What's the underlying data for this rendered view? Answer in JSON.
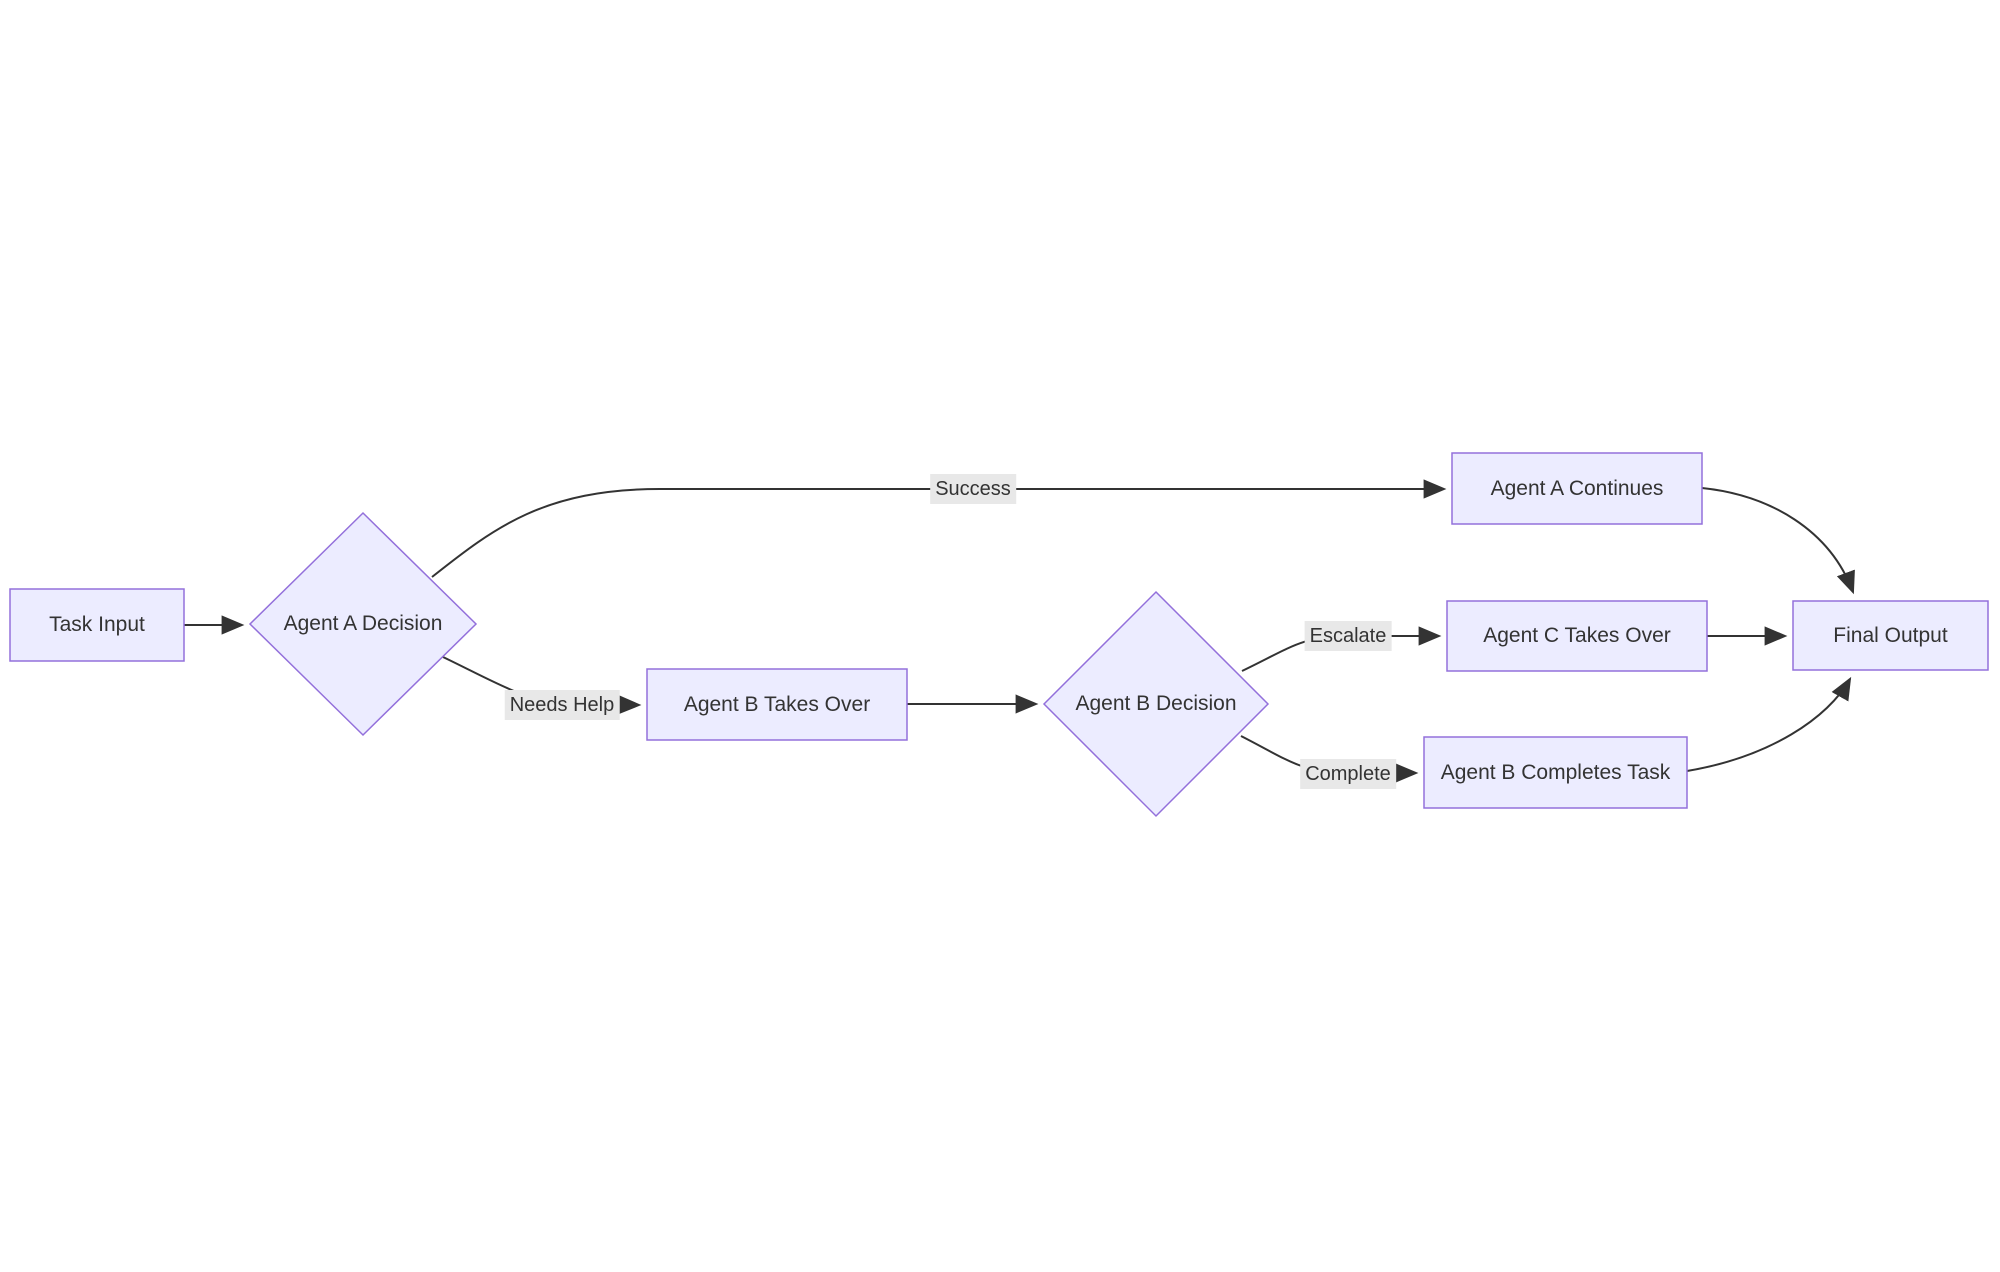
{
  "diagram": {
    "type": "flowchart",
    "direction": "left-to-right",
    "nodes": {
      "task_input": {
        "label": "Task Input",
        "shape": "rectangle"
      },
      "agent_a_decision": {
        "label": "Agent A Decision",
        "shape": "diamond"
      },
      "agent_a_continues": {
        "label": "Agent A Continues",
        "shape": "rectangle"
      },
      "agent_b_takes_over": {
        "label": "Agent B Takes Over",
        "shape": "rectangle"
      },
      "agent_b_decision": {
        "label": "Agent B Decision",
        "shape": "diamond"
      },
      "agent_c_takes_over": {
        "label": "Agent C Takes Over",
        "shape": "rectangle"
      },
      "agent_b_completes_task": {
        "label": "Agent B Completes Task",
        "shape": "rectangle"
      },
      "final_output": {
        "label": "Final Output",
        "shape": "rectangle"
      }
    },
    "edge_labels": {
      "success": "Success",
      "needs_help": "Needs Help",
      "escalate": "Escalate",
      "complete": "Complete"
    },
    "edges": [
      {
        "from": "Task Input",
        "to": "Agent A Decision",
        "label": ""
      },
      {
        "from": "Agent A Decision",
        "to": "Agent A Continues",
        "label": "Success"
      },
      {
        "from": "Agent A Decision",
        "to": "Agent B Takes Over",
        "label": "Needs Help"
      },
      {
        "from": "Agent B Takes Over",
        "to": "Agent B Decision",
        "label": ""
      },
      {
        "from": "Agent B Decision",
        "to": "Agent C Takes Over",
        "label": "Escalate"
      },
      {
        "from": "Agent B Decision",
        "to": "Agent B Completes Task",
        "label": "Complete"
      },
      {
        "from": "Agent A Continues",
        "to": "Final Output",
        "label": ""
      },
      {
        "from": "Agent C Takes Over",
        "to": "Final Output",
        "label": ""
      },
      {
        "from": "Agent B Completes Task",
        "to": "Final Output",
        "label": ""
      }
    ],
    "colors": {
      "node_fill": "#ECECFF",
      "node_border": "#9370DB",
      "edge_line": "#333333",
      "edge_label_bg": "#e8e8e8",
      "text": "#333333",
      "background": "#ffffff"
    }
  }
}
